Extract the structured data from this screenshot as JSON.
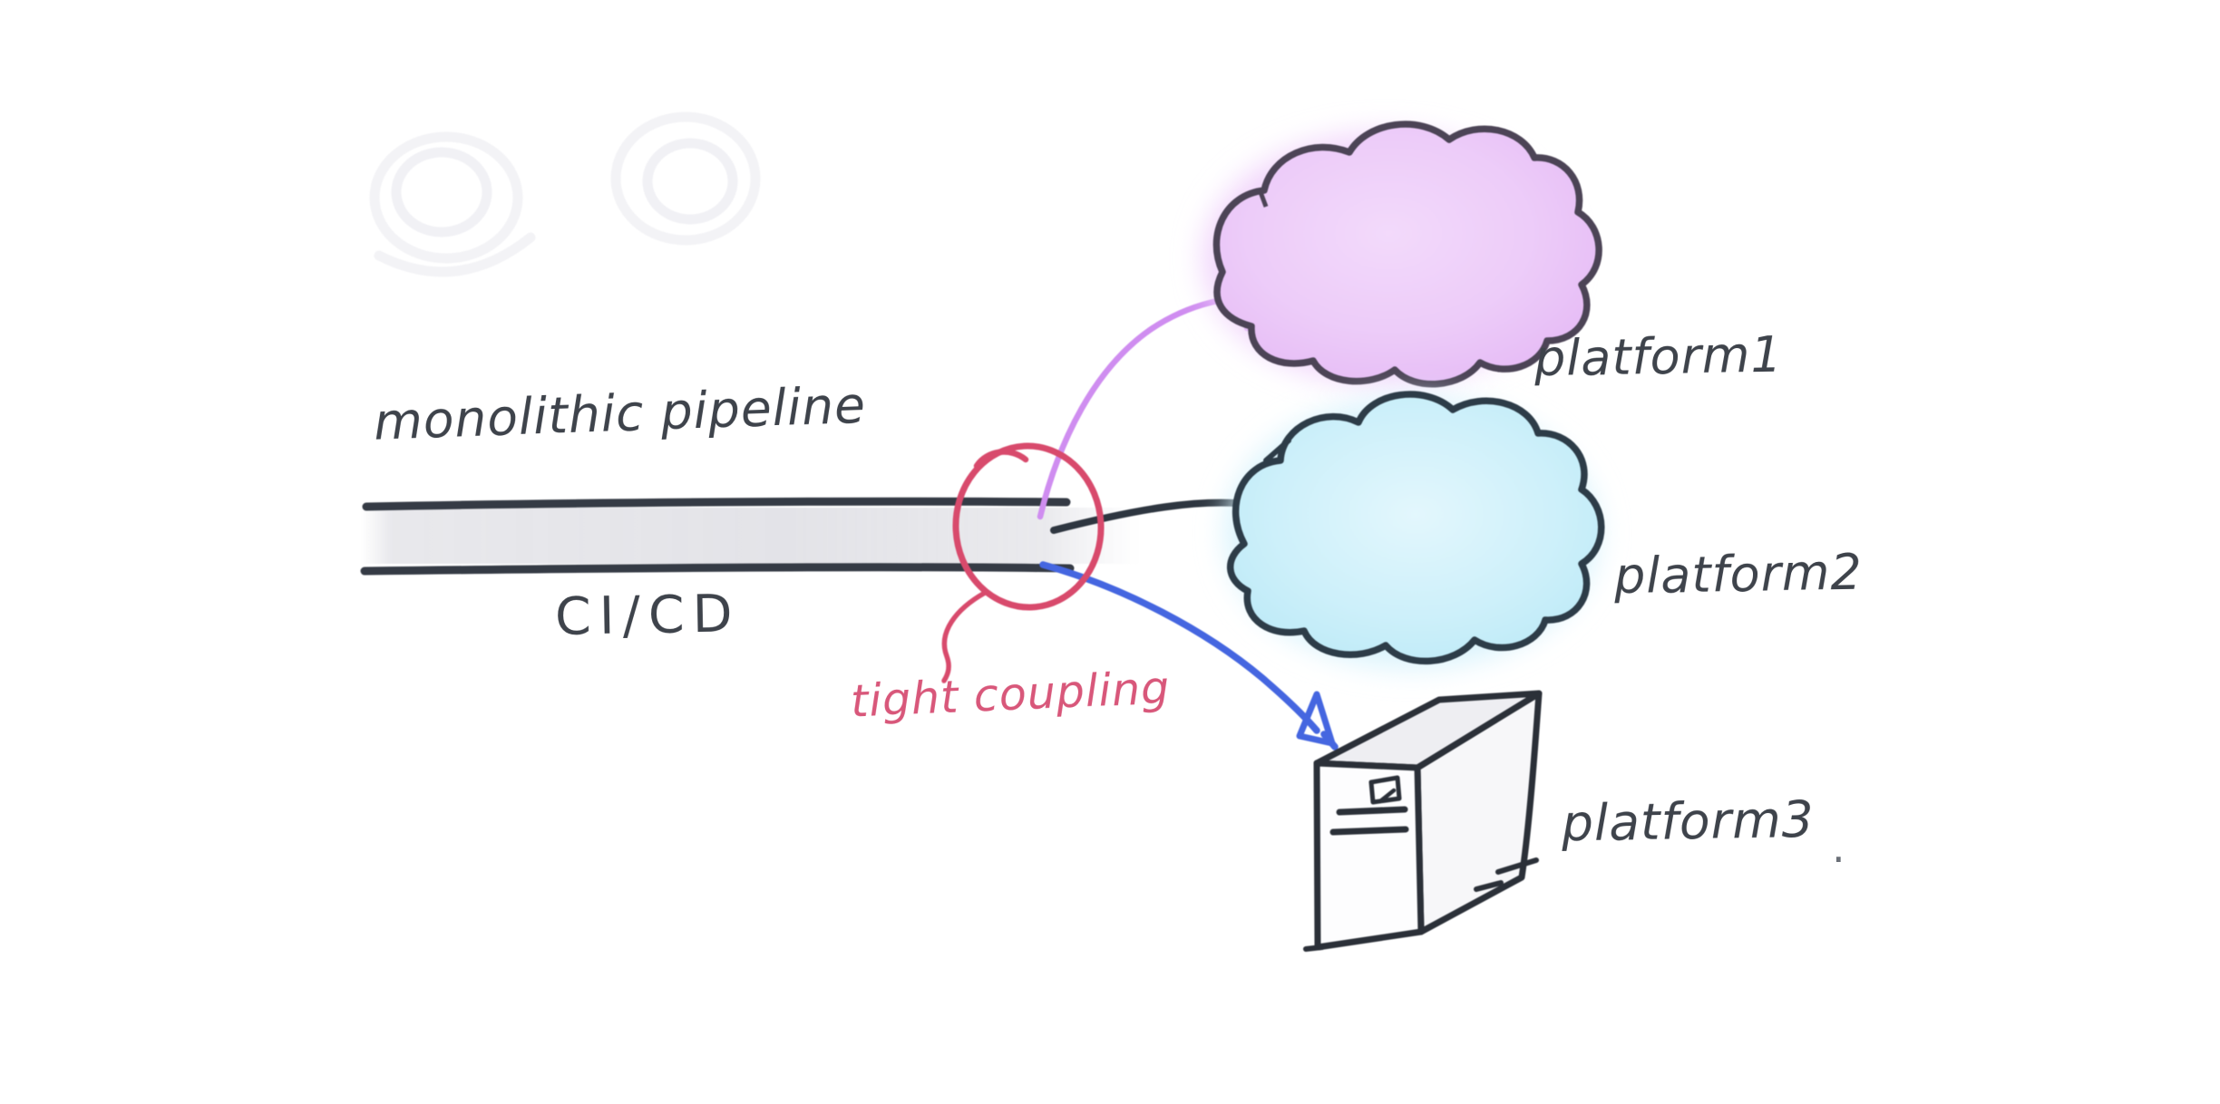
{
  "diagram": {
    "pipeline": {
      "label": "monolithic pipeline",
      "sublabel": "CI/CD"
    },
    "annotation": {
      "label": "tight coupling"
    },
    "platforms": [
      {
        "label": "platform1",
        "shape": "cloud",
        "fill": "#eac4f8"
      },
      {
        "label": "platform2",
        "shape": "cloud",
        "fill": "#c6edf8"
      },
      {
        "label": "platform3",
        "shape": "server",
        "fill": "#ffffff"
      }
    ],
    "stray_mark": "."
  },
  "colors": {
    "ink": "#343b45",
    "text_ink": "#3e434b",
    "annotation_red": "#d84a6c",
    "arrow_violet": "#cf8df0",
    "arrow_black": "#2e3640",
    "arrow_blue": "#4566e0",
    "cloud1_outline": "#4c4456",
    "cloud2_outline": "#2d3c48",
    "pipeline_band": "#e6e6ea",
    "background": "#ffffff"
  }
}
